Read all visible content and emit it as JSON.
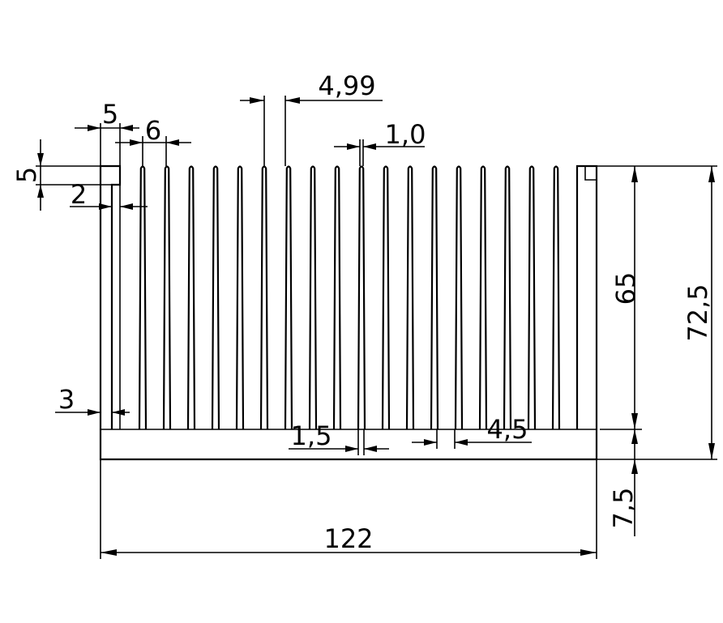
{
  "drawing": {
    "subject": "heatsink-profile-cross-section",
    "line_color": "#000000",
    "background_color": "#ffffff"
  },
  "dimensions": {
    "overall_width": "122",
    "overall_height": "72,5",
    "fin_height": "65",
    "base_thickness": "7,5",
    "fin_pitch": "4,99",
    "fin_tip_thickness": "1,0",
    "fin_root_thickness": "1,5",
    "fin_gap": "4,5",
    "end_wall_step": "5",
    "end_wall_gap": "6",
    "end_wall_offset_vertical": "5",
    "end_wall_thickness": "2",
    "edge_wall_thickness": "3"
  }
}
